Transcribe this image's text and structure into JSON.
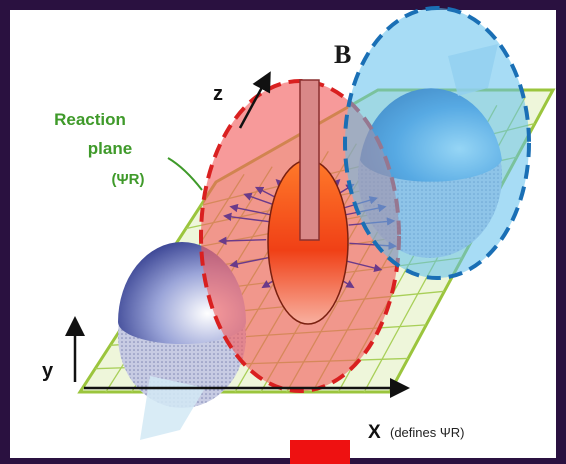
{
  "labels": {
    "reaction_line1": "Reaction",
    "reaction_line2": "plane",
    "reaction_line3": "(ΨR)",
    "z_axis": "z",
    "y_axis": "y",
    "x_axis": "X",
    "x_note": "(defines ΨR)",
    "b_field": "B"
  },
  "colors": {
    "border": "#2a1140",
    "panel": "#ffffff",
    "plane_green": "#9bc53d",
    "label_green": "#3f9a2a",
    "red_overlay": "#f25c5c",
    "red_dash": "#d92020",
    "blue_overlay": "#5ec0ec",
    "blue_dash": "#1a6fb5",
    "small_marker": "#ee1111"
  }
}
